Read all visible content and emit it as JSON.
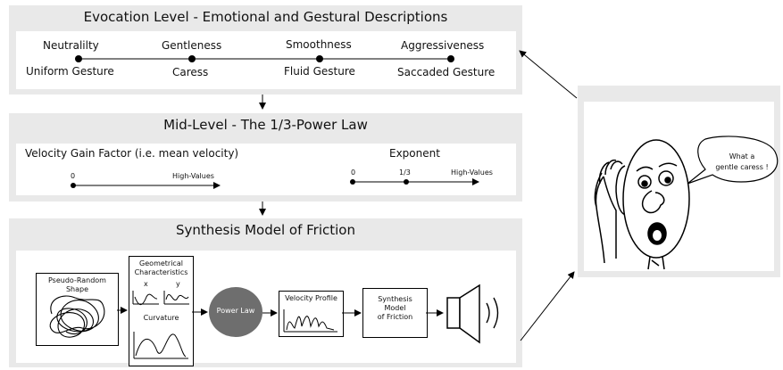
{
  "evocation": {
    "title": "Evocation Level - Emotional and Gestural Descriptions",
    "points": [
      {
        "top": "Neutralilty",
        "bottom": "Uniform Gesture"
      },
      {
        "top": "Gentleness",
        "bottom": "Caress"
      },
      {
        "top": "Smoothness",
        "bottom": "Fluid Gesture"
      },
      {
        "top": "Aggressiveness",
        "bottom": "Saccaded Gesture"
      }
    ]
  },
  "midlevel": {
    "title": "Mid-Level - The 1/3-Power Law",
    "velocity_label": "Velocity Gain Factor (i.e. mean velocity)",
    "velocity_start": "0",
    "velocity_end": "High-Values",
    "exponent_label": "Exponent",
    "exponent_start": "0",
    "exponent_mid": "1/3",
    "exponent_end": "High-Values"
  },
  "synthesis": {
    "title": "Synthesis Model of Friction",
    "pseudo_random": "Pseudo-Random\nShape",
    "geometrical": "Geometrical\nCharacteristics",
    "x_label": "x",
    "y_label": "y",
    "curvature": "Curvature",
    "power_law": "Power Law",
    "velocity_profile": "Velocity Profile",
    "synthesis_model": "Synthesis\nModel\nof Friction"
  },
  "listener": {
    "speech": "What a\ngentle caress !"
  }
}
